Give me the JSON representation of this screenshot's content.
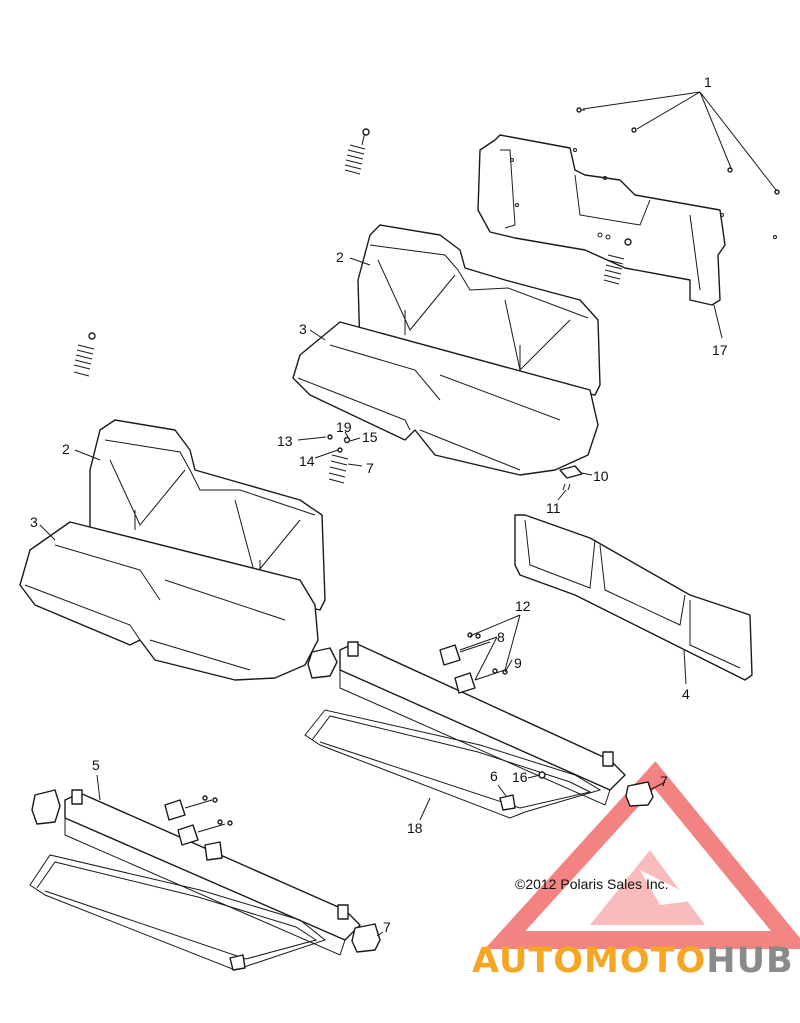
{
  "labels": {
    "c1": "1",
    "c17": "17",
    "c2a": "2",
    "c3a": "3",
    "c2b": "2",
    "c3b": "3",
    "c13": "13",
    "c19": "19",
    "c15": "15",
    "c14": "14",
    "c7a": "7",
    "c10": "10",
    "c11": "11",
    "c12": "12",
    "c8": "8",
    "c9": "9",
    "c4": "4",
    "c5": "5",
    "c6": "6",
    "c16": "16",
    "c7b": "7",
    "c18": "18",
    "c7c": "7"
  },
  "copyright": "©2012 Polaris Sales Inc.",
  "watermark": {
    "part1": "AUTOMOTO",
    "part2": "HUB"
  },
  "colors": {
    "watermark_red": "#f26d6d",
    "watermark_orange": "#f5a623",
    "watermark_gray": "#8a8a8a"
  }
}
